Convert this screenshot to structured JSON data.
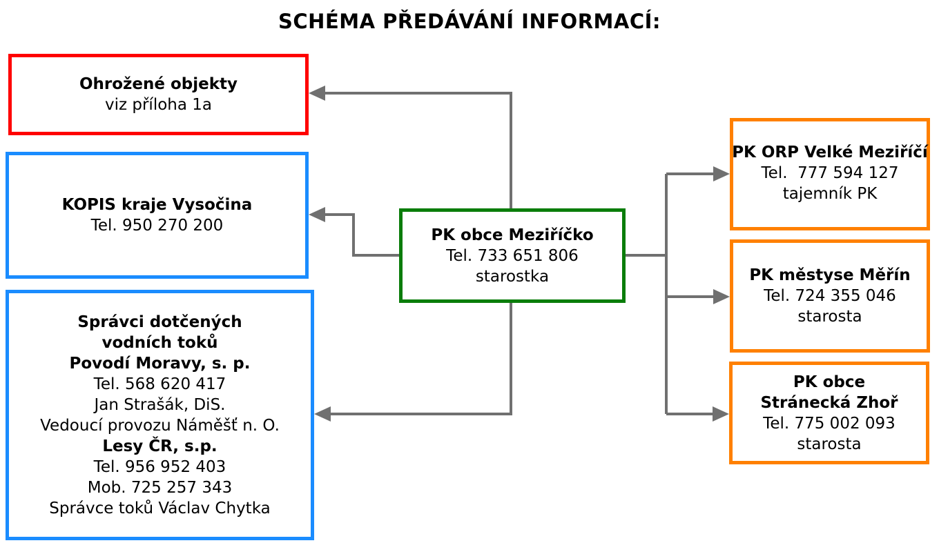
{
  "title": "SCHÉMA PŘEDÁVÁNÍ INFORMACÍ:",
  "colors": {
    "red": "#ff0000",
    "blue": "#1a8cff",
    "green": "#0a7d0a",
    "orange": "#ff8000",
    "arrow": "#707070"
  },
  "ohrozene": {
    "name": "Ohrožené objekty",
    "line": "viz příloha 1a"
  },
  "kopis": {
    "name": "KOPIS kraje Vysočina",
    "tel": "Tel. 950 270 200"
  },
  "spravci": {
    "heading1": "Správci dotčených",
    "heading2": "vodních toků",
    "org1": "Povodí Moravy, s. p.",
    "org1_tel": "Tel. 568 620 417",
    "org1_person": "Jan Strašák, DiS.",
    "org1_role": "Vedoucí provozu Náměšť n. O.",
    "org2": "Lesy ČR, s.p.",
    "org2_tel": "Tel. 956 952 403",
    "org2_mob": "Mob. 725 257 343",
    "org2_role": "Správce toků Václav Chytka"
  },
  "center": {
    "name": "PK obce Meziříčko",
    "tel": "Tel. 733 651 806",
    "role": "starostka"
  },
  "orp": {
    "name": "PK ORP Velké Meziříčí",
    "tel": "Tel.  777 594 127",
    "role": "tajemník PK"
  },
  "merin": {
    "name": "PK městyse Měřín",
    "tel": "Tel. 724 355 046",
    "role": "starosta"
  },
  "zhor": {
    "name1": "PK obce",
    "name2": "Stránecká Zhoř",
    "tel": "Tel. 775 002 093",
    "role": "starosta"
  }
}
